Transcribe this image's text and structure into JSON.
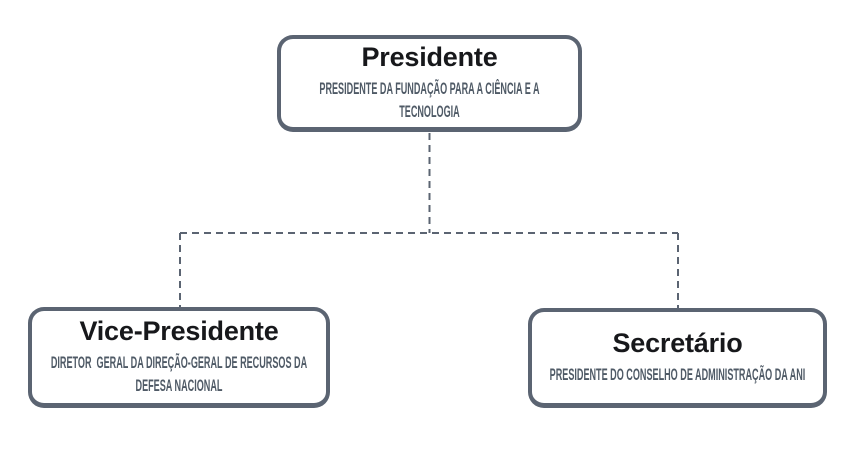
{
  "diagram": {
    "type": "org-chart",
    "background": "#ffffff",
    "colors": {
      "node_border": "#5b6472",
      "node_fill": "#ffffff",
      "title_text": "#17181b",
      "subtitle_text": "#4f5a66",
      "connector": "#5b6472"
    },
    "connector_style": "dashed",
    "nodes": [
      {
        "id": "presidente",
        "title": "Presidente",
        "subtitle": "PRESIDENTE DA FUNDAÇÃO PARA A CIÊNCIA E A TECNOLOGIA"
      },
      {
        "id": "vice-presidente",
        "title": "Vice-Presidente",
        "subtitle": "DIRETOR  GERAL DA DIREÇÃO-GERAL DE RECURSOS DA DEFESA NACIONAL"
      },
      {
        "id": "secretario",
        "title": "Secretário",
        "subtitle": "PRESIDENTE DO CONSELHO DE ADMINISTRAÇÃO DA ANI"
      }
    ],
    "edges": [
      {
        "from": "presidente",
        "to": "vice-presidente"
      },
      {
        "from": "presidente",
        "to": "secretario"
      }
    ]
  }
}
